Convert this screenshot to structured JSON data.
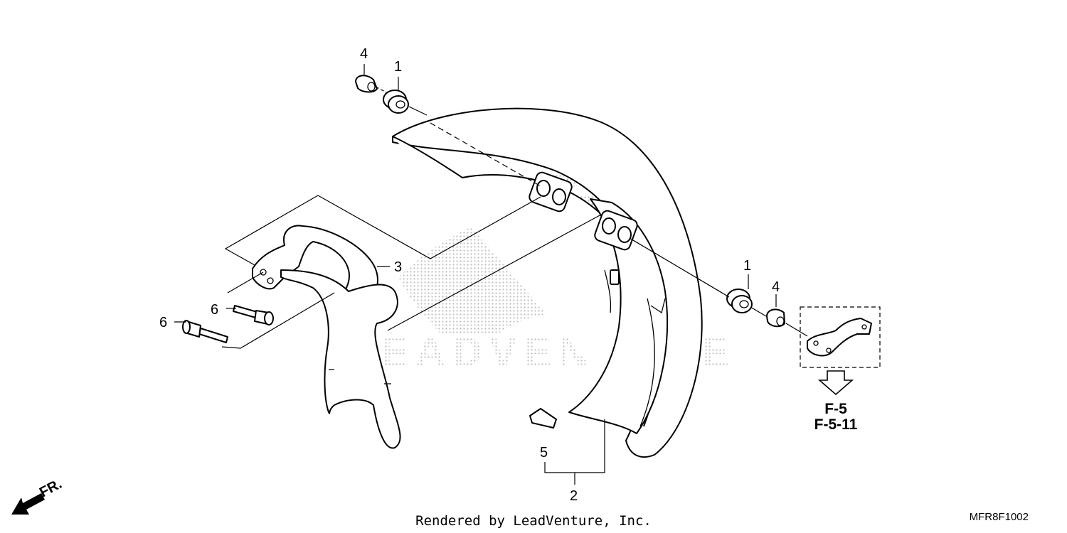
{
  "diagram": {
    "callouts": [
      {
        "id": "c4a",
        "label": "4"
      },
      {
        "id": "c1a",
        "label": "1"
      },
      {
        "id": "c3",
        "label": "3"
      },
      {
        "id": "c6a",
        "label": "6"
      },
      {
        "id": "c6b",
        "label": "6"
      },
      {
        "id": "c1b",
        "label": "1"
      },
      {
        "id": "c4b",
        "label": "4"
      },
      {
        "id": "c5",
        "label": "5"
      },
      {
        "id": "c2",
        "label": "2"
      }
    ],
    "references": [
      "F-5",
      "F-5-11"
    ],
    "direction_label": "FR.",
    "watermark": "LEADVENTURE",
    "footer": "Rendered by LeadVenture, Inc.",
    "diagram_code": "MFR8F1002"
  }
}
